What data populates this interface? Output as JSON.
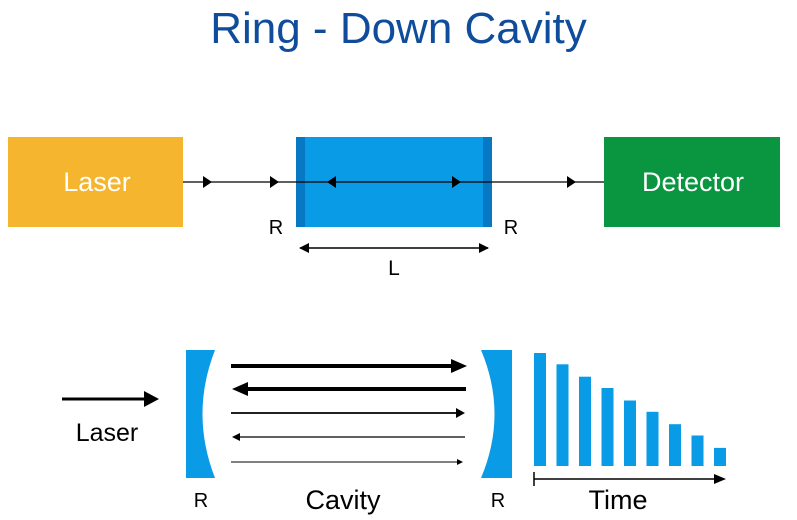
{
  "title": "Ring - Down Cavity",
  "top": {
    "laser_label": "Laser",
    "detector_label": "Detector",
    "mirror_left_label": "R",
    "mirror_right_label": "R",
    "length_label": "L"
  },
  "bottom": {
    "laser_label": "Laser",
    "cavity_label": "Cavity",
    "mirror_left_label": "R",
    "mirror_right_label": "R",
    "time_label": "Time",
    "decay_levels": [
      1.0,
      0.9,
      0.79,
      0.69,
      0.58,
      0.48,
      0.37,
      0.27,
      0.16
    ]
  },
  "colors": {
    "title": "#0f4c9b",
    "laser_box": "#f5b52e",
    "cavity": "#0a9be6",
    "cavity_edge": "#0678c4",
    "detector_box": "#0a9540",
    "bars": "#0a9be6",
    "mirror": "#0a9be6"
  }
}
